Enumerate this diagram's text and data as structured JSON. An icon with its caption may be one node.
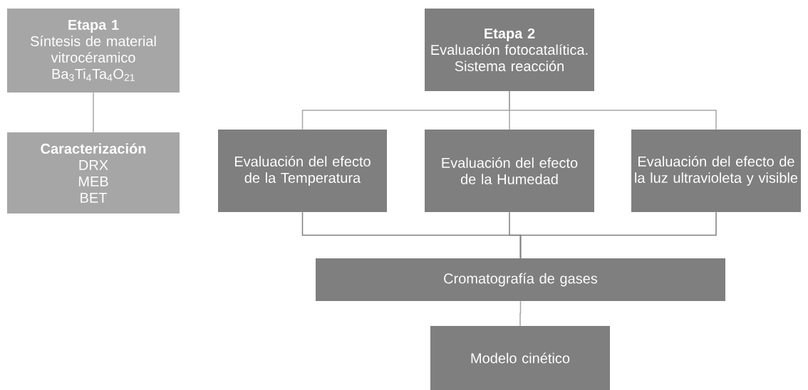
{
  "diagram": {
    "nodes": [
      {
        "text": [
          "Etapa 1",
          "Síntesis de material vitrocéramico Ba$_{3}$Ti$_{4}$Ta$_{4}$O$_{21}$"
        ]
      },
      {
        "text": [
          "Caracterización",
          "DRX",
          "MEB",
          "BET"
        ]
      },
      {
        "text": [
          "Etapa 2",
          "Evaluación fotocatalítica. Sistema reacción"
        ]
      },
      {
        "text": [
          "Evaluación del efecto de la Temperatura"
        ]
      },
      {
        "text": [
          "Evaluación del efecto de la Humedad"
        ]
      },
      {
        "text": [
          "Evaluación del efecto de la luz ultravioleta y visible"
        ]
      },
      {
        "text": [
          "Cromatografía de gases"
        ]
      },
      {
        "text": [
          "Modelo cinético"
        ]
      }
    ],
    "edges": [
      {
        "from": 0,
        "to": 1,
        "arrow": "none"
      },
      {
        "from": 2,
        "to": 3,
        "arrow": "none"
      },
      {
        "from": 2,
        "to": 4,
        "arrow": "none"
      },
      {
        "from": 2,
        "to": 5,
        "arrow": "none"
      },
      {
        "from": 3,
        "to": 6,
        "arrow": "none",
        "color": "#7f7f7f"
      },
      {
        "from": 4,
        "to": 6,
        "arrow": "none",
        "color": "#7f7f7f"
      },
      {
        "from": 5,
        "to": 6,
        "arrow": "none",
        "color": "#7f7f7f"
      },
      {
        "from": 6,
        "to": 7,
        "arrow": "none"
      }
    ]
  }
}
